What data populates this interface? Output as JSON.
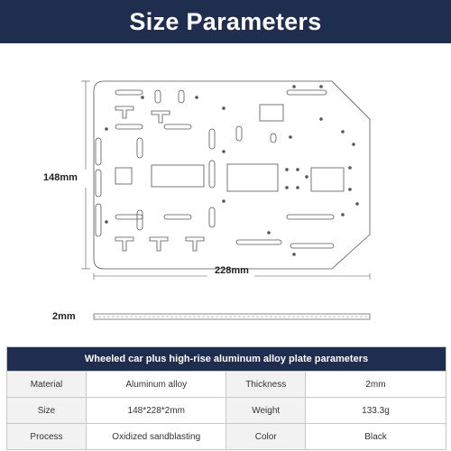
{
  "title": "Size Parameters",
  "dimensions": {
    "height_label": "148mm",
    "width_label": "228mm",
    "thickness_label": "2mm"
  },
  "table": {
    "header": "Wheeled car plus high-rise aluminum alloy plate parameters",
    "rows": [
      {
        "k1": "Material",
        "v1": "Aluminum alloy",
        "k2": "Thickness",
        "v2": "2mm"
      },
      {
        "k1": "Size",
        "v1": "148*228*2mm",
        "k2": "Weight",
        "v2": "133.3g"
      },
      {
        "k1": "Process",
        "v1": "Oxidized sandblasting",
        "k2": "Color",
        "v2": "Black"
      }
    ]
  },
  "colors": {
    "banner": "#1f2d4f",
    "line": "#555555"
  }
}
